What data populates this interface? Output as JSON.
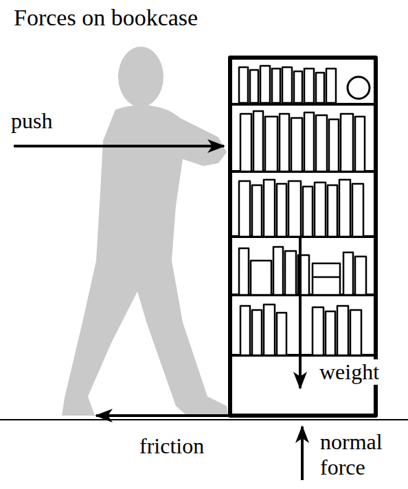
{
  "diagram": {
    "title": "Forces on bookcase",
    "labels": [
      "push",
      "weight",
      "friction",
      "normal force"
    ]
  }
}
